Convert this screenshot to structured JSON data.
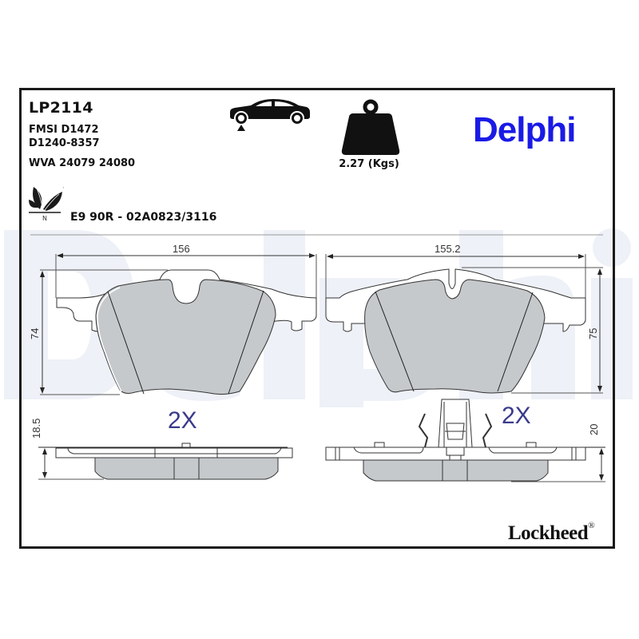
{
  "product": {
    "part_number": "LP2114",
    "fmsi": "FMSI D1472",
    "oe_ref": "D1240-8357",
    "wva": "WVA 24079 24080",
    "approval": "E9 90R - 02A0823/3116",
    "weight": "2.27 (Kgs)"
  },
  "icons": {
    "eco": "eco-leaf-icon",
    "eco_mark": "N",
    "vehicle_axle": "car-front-axle-icon",
    "weight": "weight-icon"
  },
  "brands": {
    "primary": "Delphi",
    "primary_color": "#1a1ae6",
    "secondary": "Lockheed",
    "secondary_mark": "®",
    "watermark": "Delphi",
    "watermark_color": "#eef1f7"
  },
  "drawing": {
    "pad_left": {
      "width_dim": "156",
      "height_dim": "74",
      "thickness_dim": "18.5",
      "quantity": "2X"
    },
    "pad_right": {
      "width_dim": "155.2",
      "height_dim": "75",
      "thickness_dim": "20",
      "quantity": "2X"
    },
    "pad_fill": "#c6c9cc",
    "line_color": "#333333"
  }
}
